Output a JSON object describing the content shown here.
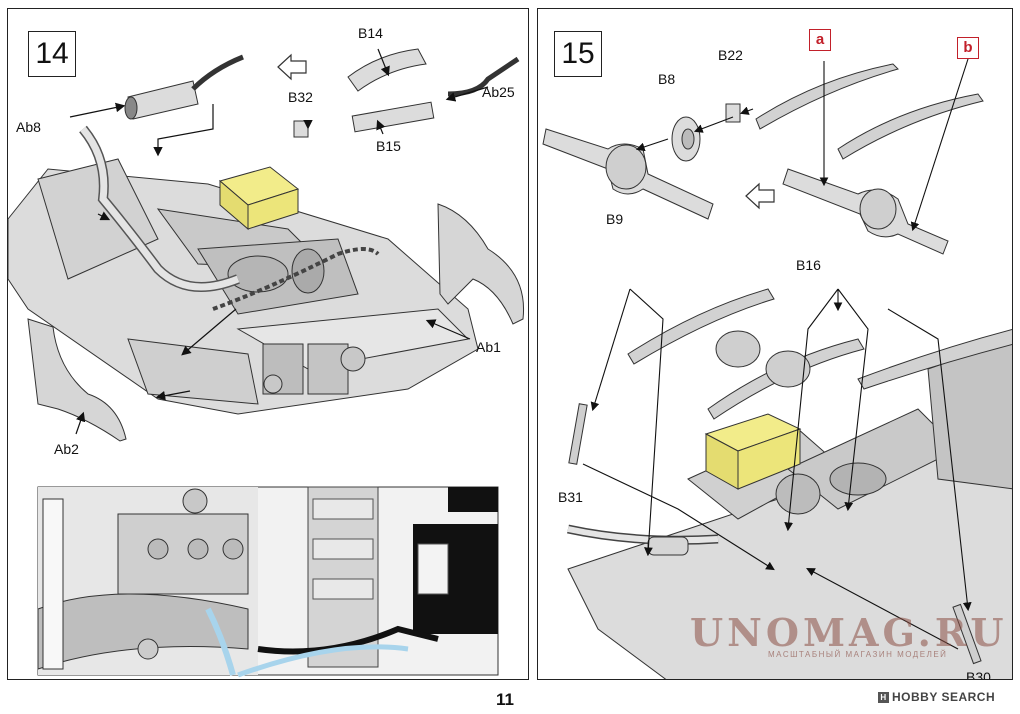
{
  "step14": {
    "number": "14",
    "labels": {
      "b14": "B14",
      "b32": "B32",
      "b15": "B15",
      "ab25": "Ab25",
      "ab8": "Ab8",
      "ab1": "Ab1",
      "ab2": "Ab2"
    }
  },
  "step15": {
    "number": "15",
    "labels": {
      "b8": "B8",
      "b22": "B22",
      "b9": "B9",
      "b16": "B16",
      "b31": "B31",
      "b30": "B30"
    },
    "callouts": {
      "a": "a",
      "b": "b"
    }
  },
  "footer": {
    "page_number": "11",
    "brand": "HOBBY SEARCH",
    "brand_icon": "H"
  },
  "watermark": {
    "main": "UNOMAG.RU",
    "sub": "МАСШТАБНЫЙ МАГАЗИН МОДЕЛЕЙ"
  },
  "colors": {
    "part_gray": "#d9d9d9",
    "battery_yellow": "#ece57a",
    "pipe_blue": "#a8d4ec",
    "callout_red": "#c2202a"
  }
}
